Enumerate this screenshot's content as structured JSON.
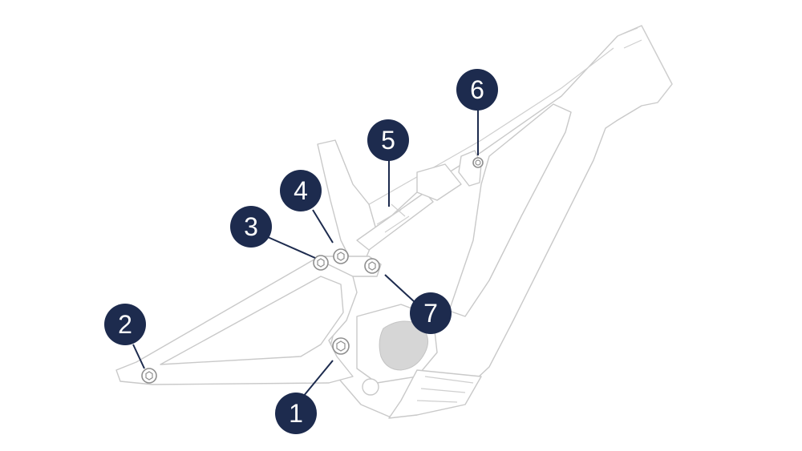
{
  "colors": {
    "badge": "#1d2b4e",
    "badge_text": "#ffffff",
    "frame_outline": "#c9c9c9",
    "pivot_outline": "#8f8f8f",
    "background": "#ffffff"
  },
  "callouts": [
    {
      "id": "callout-1",
      "number": "1"
    },
    {
      "id": "callout-2",
      "number": "2"
    },
    {
      "id": "callout-3",
      "number": "3"
    },
    {
      "id": "callout-4",
      "number": "4"
    },
    {
      "id": "callout-5",
      "number": "5"
    },
    {
      "id": "callout-6",
      "number": "6"
    },
    {
      "id": "callout-7",
      "number": "7"
    }
  ]
}
